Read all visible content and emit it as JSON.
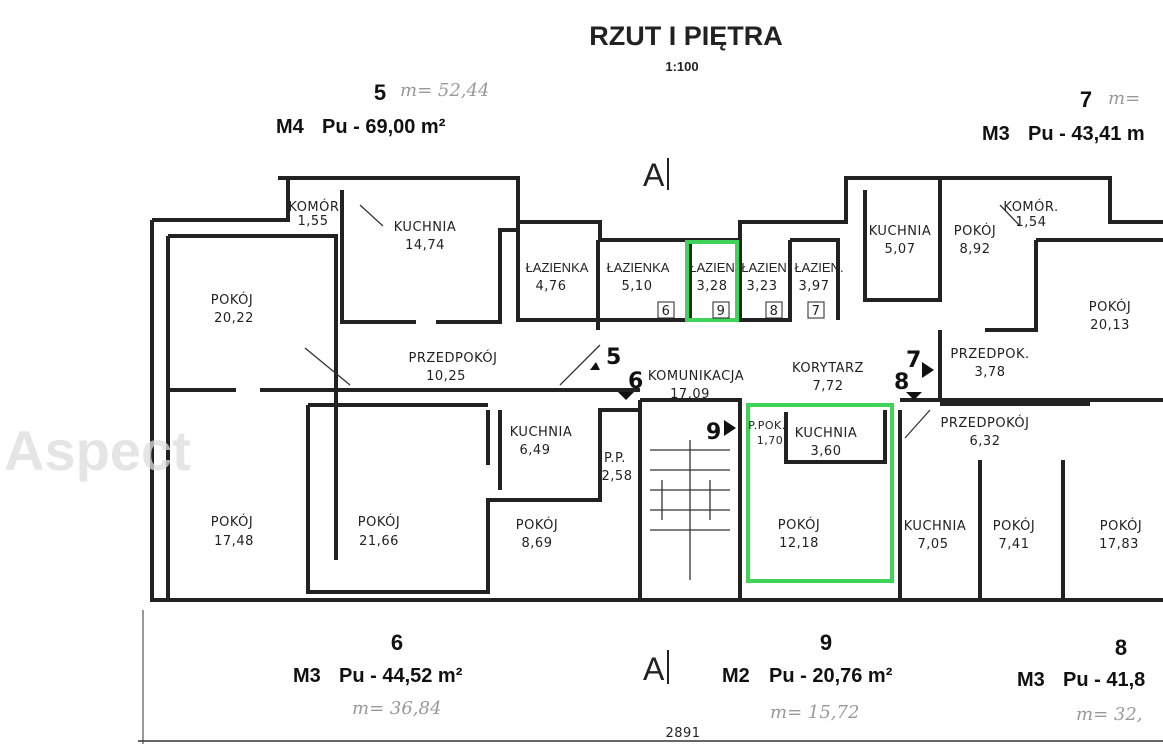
{
  "title": "RZUT I PIĘTRA",
  "scale": "1:100",
  "section_marker": "A",
  "watermark": "Aspect",
  "dimension": "2891",
  "highlight_color": "#3fd35a",
  "units": [
    {
      "number": "5",
      "type": "M4",
      "area": "Pu - 69,00 m²",
      "handwritten": "m= 52,44"
    },
    {
      "number": "7",
      "type": "M3",
      "area": "Pu - 43,41 m",
      "handwritten": "m="
    },
    {
      "number": "6",
      "type": "M3",
      "area": "Pu - 44,52 m²",
      "handwritten": "m= 36,84"
    },
    {
      "number": "9",
      "type": "M2",
      "area": "Pu - 20,76 m²",
      "handwritten": "m= 15,72"
    },
    {
      "number": "8",
      "type": "M3",
      "area": "Pu - 41,8",
      "handwritten": "m= 32,"
    }
  ],
  "rooms": [
    {
      "name": "KOMÓR.",
      "area": "1,55"
    },
    {
      "name": "KUCHNIA",
      "area": "14,74"
    },
    {
      "name": "POKÓJ",
      "area": "20,22"
    },
    {
      "name": "ŁAZIENKA",
      "area": "4,76"
    },
    {
      "name": "ŁAZIENKA",
      "area": "5,10"
    },
    {
      "name": "ŁAZIEN",
      "area": "3,28"
    },
    {
      "name": "ŁAZIEN",
      "area": "3,23"
    },
    {
      "name": "ŁAZIEN.",
      "area": "3,97"
    },
    {
      "name": "KUCHNIA",
      "area": "5,07"
    },
    {
      "name": "POKÓJ",
      "area": "8,92"
    },
    {
      "name": "KOMÓR.",
      "area": "1,54"
    },
    {
      "name": "POKÓJ",
      "area": "20,13"
    },
    {
      "name": "PRZEDPOKÓJ",
      "area": "10,25"
    },
    {
      "name": "KOMUNIKACJA",
      "area": "17,09"
    },
    {
      "name": "KORYTARZ",
      "area": "7,72"
    },
    {
      "name": "PRZEDPOK.",
      "area": "3,78"
    },
    {
      "name": "KUCHNIA",
      "area": "6,49"
    },
    {
      "name": "P.P.",
      "area": "2,58"
    },
    {
      "name": "P.POK.",
      "area": "1,70"
    },
    {
      "name": "KUCHNIA",
      "area": "3,60"
    },
    {
      "name": "PRZEDPOKÓJ",
      "area": "6,32"
    },
    {
      "name": "POKÓJ",
      "area": "17,48"
    },
    {
      "name": "POKÓJ",
      "area": "21,66"
    },
    {
      "name": "POKÓJ",
      "area": "8,69"
    },
    {
      "name": "POKÓJ",
      "area": "12,18"
    },
    {
      "name": "KUCHNIA",
      "area": "7,05"
    },
    {
      "name": "POKÓJ",
      "area": "7,41"
    },
    {
      "name": "POKÓJ",
      "area": "17,83"
    }
  ],
  "door_markers": [
    "5",
    "6",
    "9",
    "7",
    "8"
  ],
  "bath_tags": [
    "6",
    "9",
    "8",
    "7"
  ]
}
